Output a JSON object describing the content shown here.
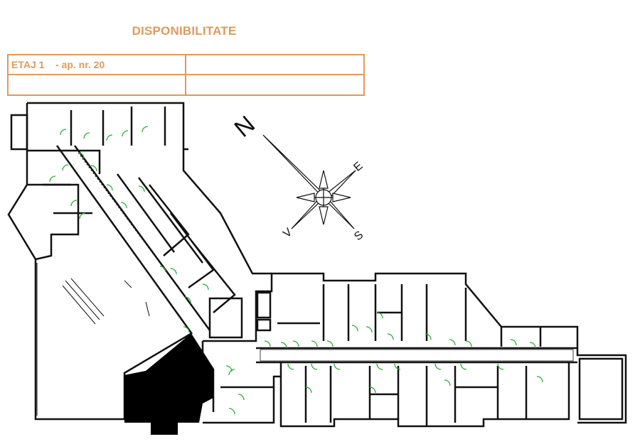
{
  "header": {
    "title": "DISPONIBILITATE"
  },
  "info_table": {
    "floor_label": "ETAJ 1    - ap. nr. 20",
    "cells": [
      "",
      "",
      ""
    ]
  },
  "compass": {
    "north": "N",
    "east": "E",
    "south": "S",
    "west": "V"
  },
  "colors": {
    "accent": "#E09A5C",
    "walls": "#111111",
    "doors": "#2EAA3A",
    "highlight": "#000000"
  }
}
